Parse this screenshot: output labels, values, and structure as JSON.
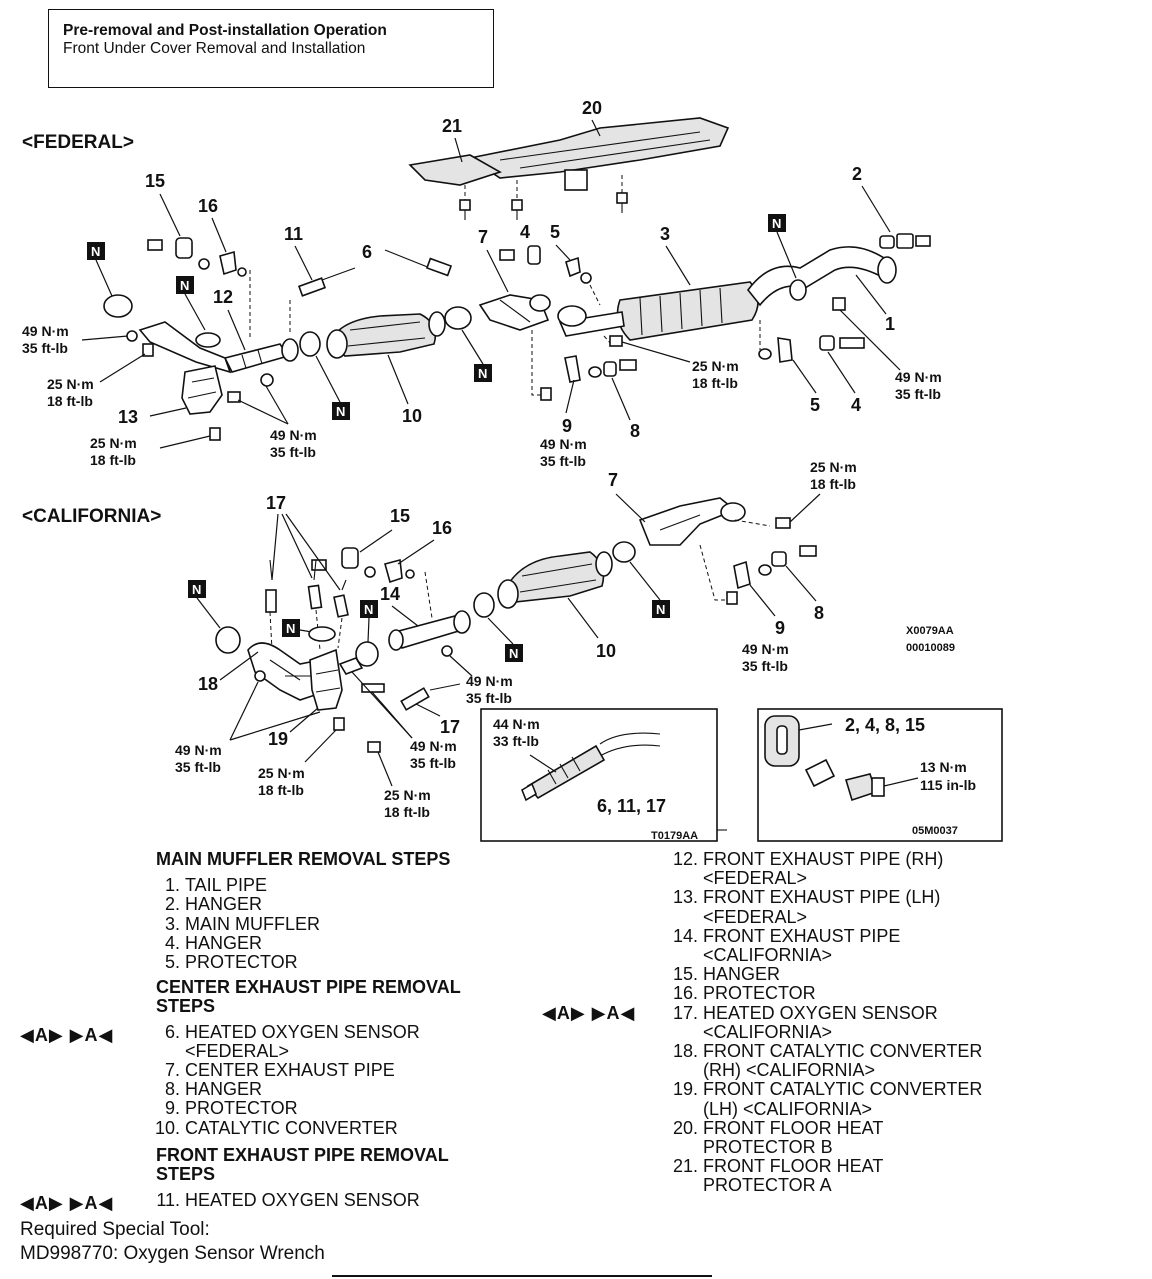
{
  "header": {
    "title": "Pre-removal and Post-installation Operation",
    "subtitle": "Front Under Cover Removal and Installation"
  },
  "sections": {
    "federal": "<FEDERAL>",
    "california": "<CALIFORNIA>"
  },
  "torque": {
    "t49": [
      "49 N·m",
      "35 ft-lb"
    ],
    "t25": [
      "25 N·m",
      "18 ft-lb"
    ],
    "t44": [
      "44 N·m",
      "33 ft-lb"
    ],
    "t13": [
      "13 N·m",
      "115 in-lb"
    ]
  },
  "codes": {
    "fed": [
      "X0079AA",
      "00010089"
    ],
    "sensor": "T0179AA",
    "hanger": "05M0037"
  },
  "insets": {
    "sensor_parts": "6, 11, 17",
    "hanger_parts": "2, 4, 8, 15"
  },
  "n_marker": "N",
  "numbers": [
    "1",
    "2",
    "3",
    "4",
    "5",
    "6",
    "7",
    "8",
    "9",
    "10",
    "11",
    "12",
    "13",
    "14",
    "15",
    "16",
    "17",
    "18",
    "19",
    "20",
    "21"
  ],
  "steps": {
    "main_muffler": {
      "title": "MAIN MUFFLER REMOVAL STEPS",
      "items": [
        {
          "n": "1.",
          "t": "TAIL PIPE"
        },
        {
          "n": "2.",
          "t": "HANGER"
        },
        {
          "n": "3.",
          "t": "MAIN MUFFLER"
        },
        {
          "n": "4.",
          "t": "HANGER"
        },
        {
          "n": "5.",
          "t": "PROTECTOR"
        }
      ]
    },
    "center_pipe": {
      "title": [
        "CENTER EXHAUST PIPE REMOVAL",
        "STEPS"
      ],
      "items": [
        {
          "n": "6.",
          "t": [
            "HEATED OXYGEN SENSOR",
            "<FEDERAL>"
          ]
        },
        {
          "n": "7.",
          "t": "CENTER EXHAUST PIPE"
        },
        {
          "n": "8.",
          "t": "HANGER"
        },
        {
          "n": "9.",
          "t": "PROTECTOR"
        },
        {
          "n": "10.",
          "t": "CATALYTIC CONVERTER"
        }
      ]
    },
    "front_pipe": {
      "title": [
        "FRONT EXHAUST PIPE REMOVAL",
        "STEPS"
      ],
      "items": [
        {
          "n": "11.",
          "t": "HEATED OXYGEN SENSOR"
        }
      ]
    },
    "right_column": [
      {
        "n": "12.",
        "t": [
          "FRONT EXHAUST PIPE (RH)",
          "<FEDERAL>"
        ]
      },
      {
        "n": "13.",
        "t": [
          "FRONT EXHAUST PIPE (LH)",
          "<FEDERAL>"
        ]
      },
      {
        "n": "14.",
        "t": [
          "FRONT EXHAUST PIPE",
          "<CALIFORNIA>"
        ]
      },
      {
        "n": "15.",
        "t": "HANGER"
      },
      {
        "n": "16.",
        "t": "PROTECTOR"
      },
      {
        "n": "17.",
        "t": [
          "HEATED OXYGEN SENSOR",
          "<CALIFORNIA>"
        ]
      },
      {
        "n": "18.",
        "t": [
          "FRONT CATALYTIC CONVERTER",
          "(RH) <CALIFORNIA>"
        ]
      },
      {
        "n": "19.",
        "t": [
          "FRONT CATALYTIC CONVERTER",
          "(LH) <CALIFORNIA>"
        ]
      },
      {
        "n": "20.",
        "t": [
          "FRONT FLOOR HEAT",
          "PROTECTOR B"
        ]
      },
      {
        "n": "21.",
        "t": [
          "FRONT FLOOR HEAT",
          "PROTECTOR A"
        ]
      }
    ],
    "marks": "◀A▶  ▶A◀"
  },
  "tool": {
    "label": "Required Special Tool:",
    "value": "MD998770: Oxygen Sensor Wrench"
  }
}
